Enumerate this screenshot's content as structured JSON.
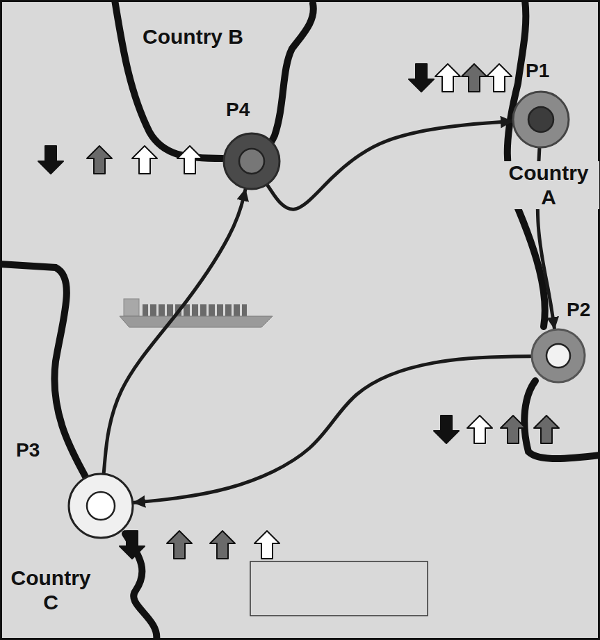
{
  "diagram": {
    "nodes": [
      {
        "text": [
          "P1"
        ]
      },
      {
        "text": [
          "P4"
        ]
      },
      {
        "text": [
          "P2"
        ]
      },
      {
        "text": [
          "P3"
        ]
      }
    ],
    "edges": [
      {
        "from": 3,
        "to": 1,
        "arrow": "to"
      },
      {
        "from": 1,
        "to": 0,
        "arrow": "to"
      },
      {
        "from": 0,
        "to": 2,
        "arrow": "to"
      },
      {
        "from": 2,
        "to": 3,
        "arrow": "to"
      }
    ],
    "labels": [
      "Country B",
      "Country A",
      "Country C"
    ]
  }
}
